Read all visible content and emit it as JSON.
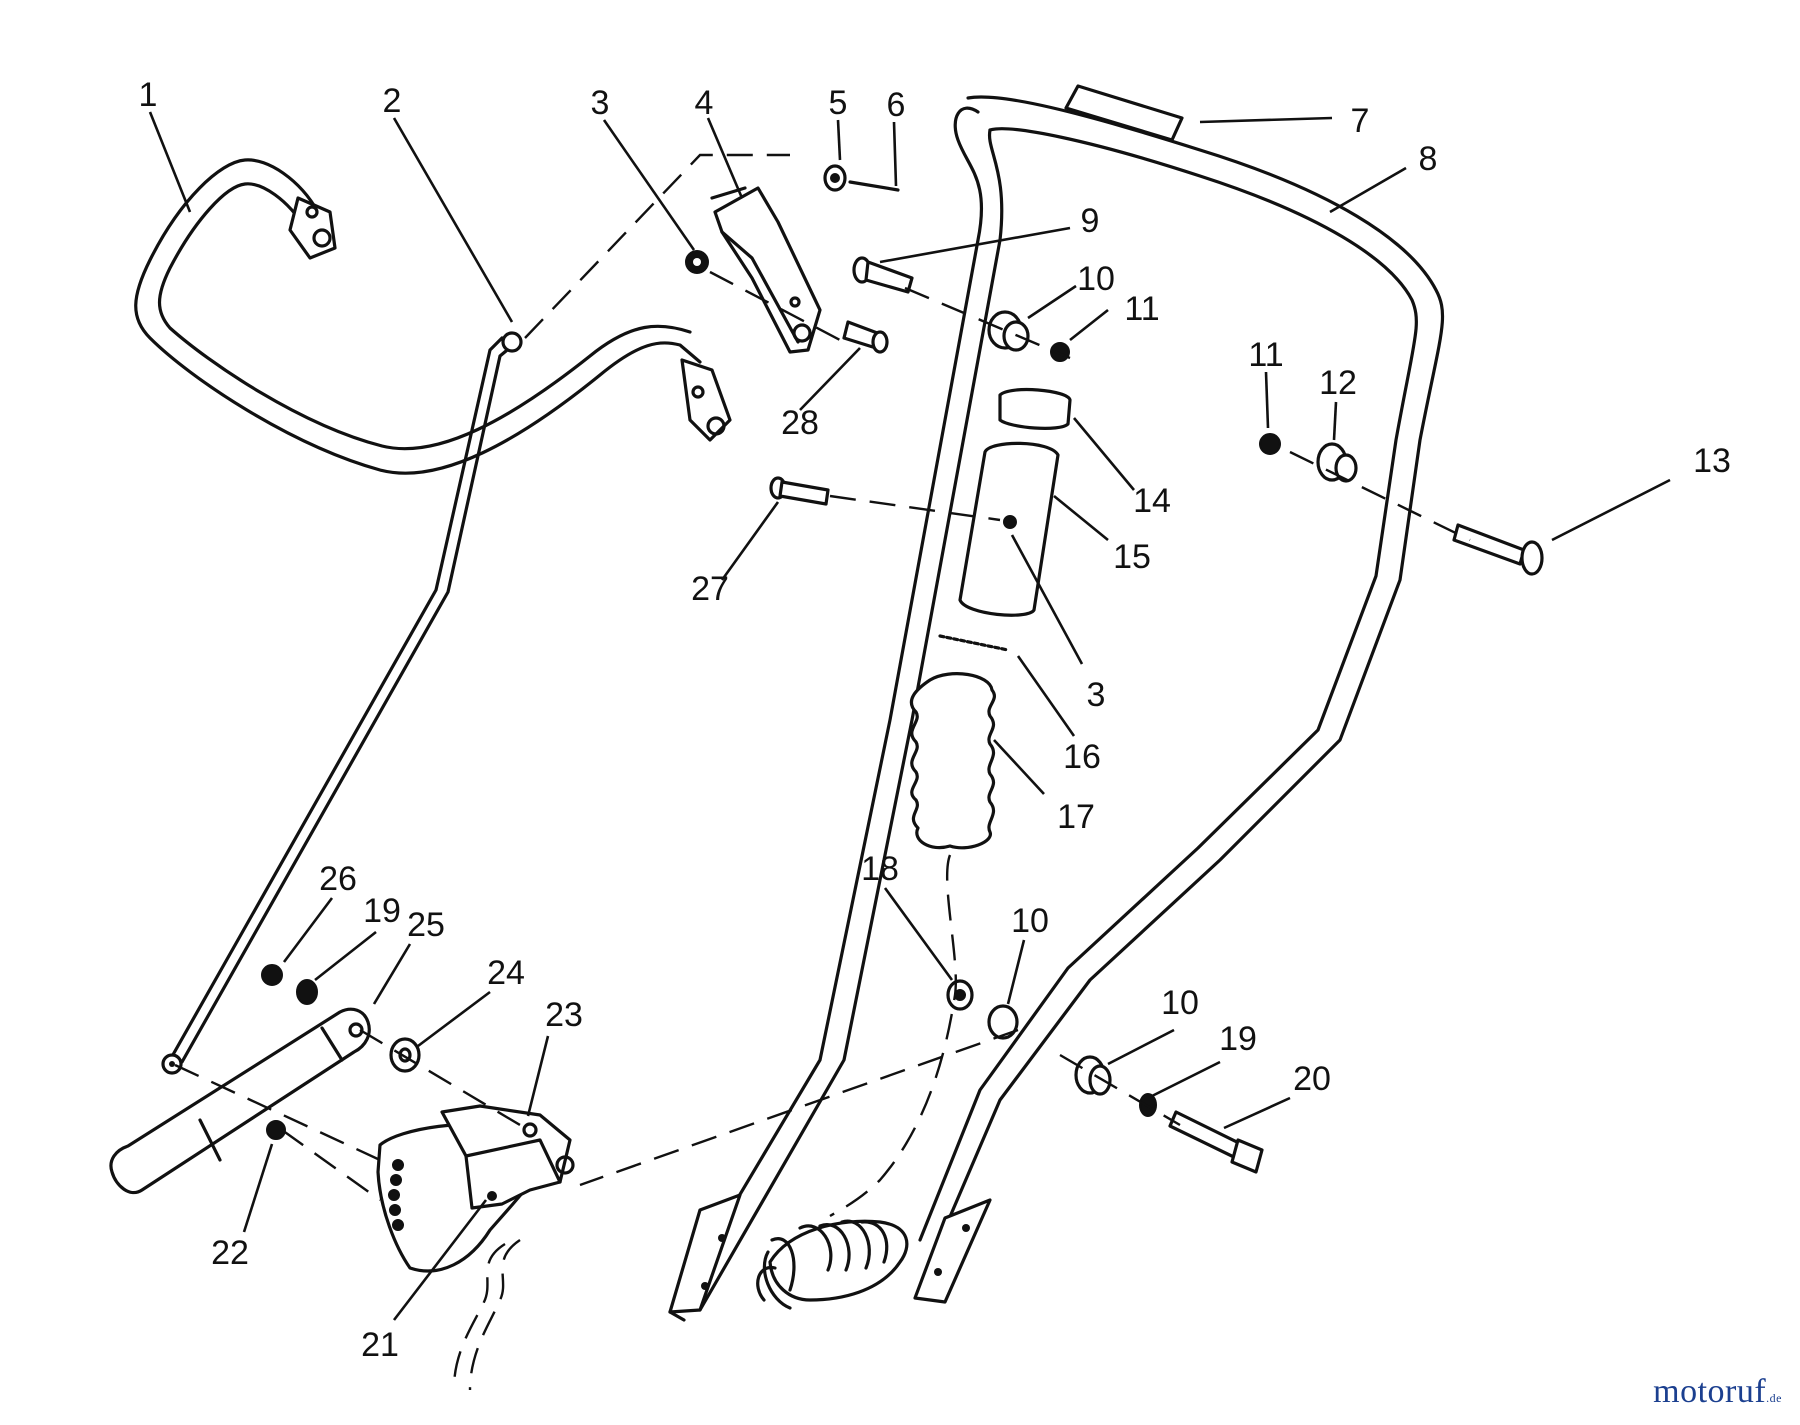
{
  "watermark": {
    "brand": "motoruf",
    "suffix": ".de"
  },
  "callouts": {
    "c1": "1",
    "c2": "2",
    "c3a": "3",
    "c4": "4",
    "c5": "5",
    "c6": "6",
    "c7": "7",
    "c8": "8",
    "c9": "9",
    "c10a": "10",
    "c11a": "11",
    "c11b": "11",
    "c12": "12",
    "c13": "13",
    "c14": "14",
    "c15": "15",
    "c3b": "3",
    "c16": "16",
    "c17": "17",
    "c18": "18",
    "c10b": "10",
    "c10c": "10",
    "c19a": "19",
    "c20": "20",
    "c26": "26",
    "c19b": "19",
    "c25": "25",
    "c24": "24",
    "c23": "23",
    "c22": "22",
    "c21": "21",
    "c27": "27",
    "c28": "28"
  }
}
